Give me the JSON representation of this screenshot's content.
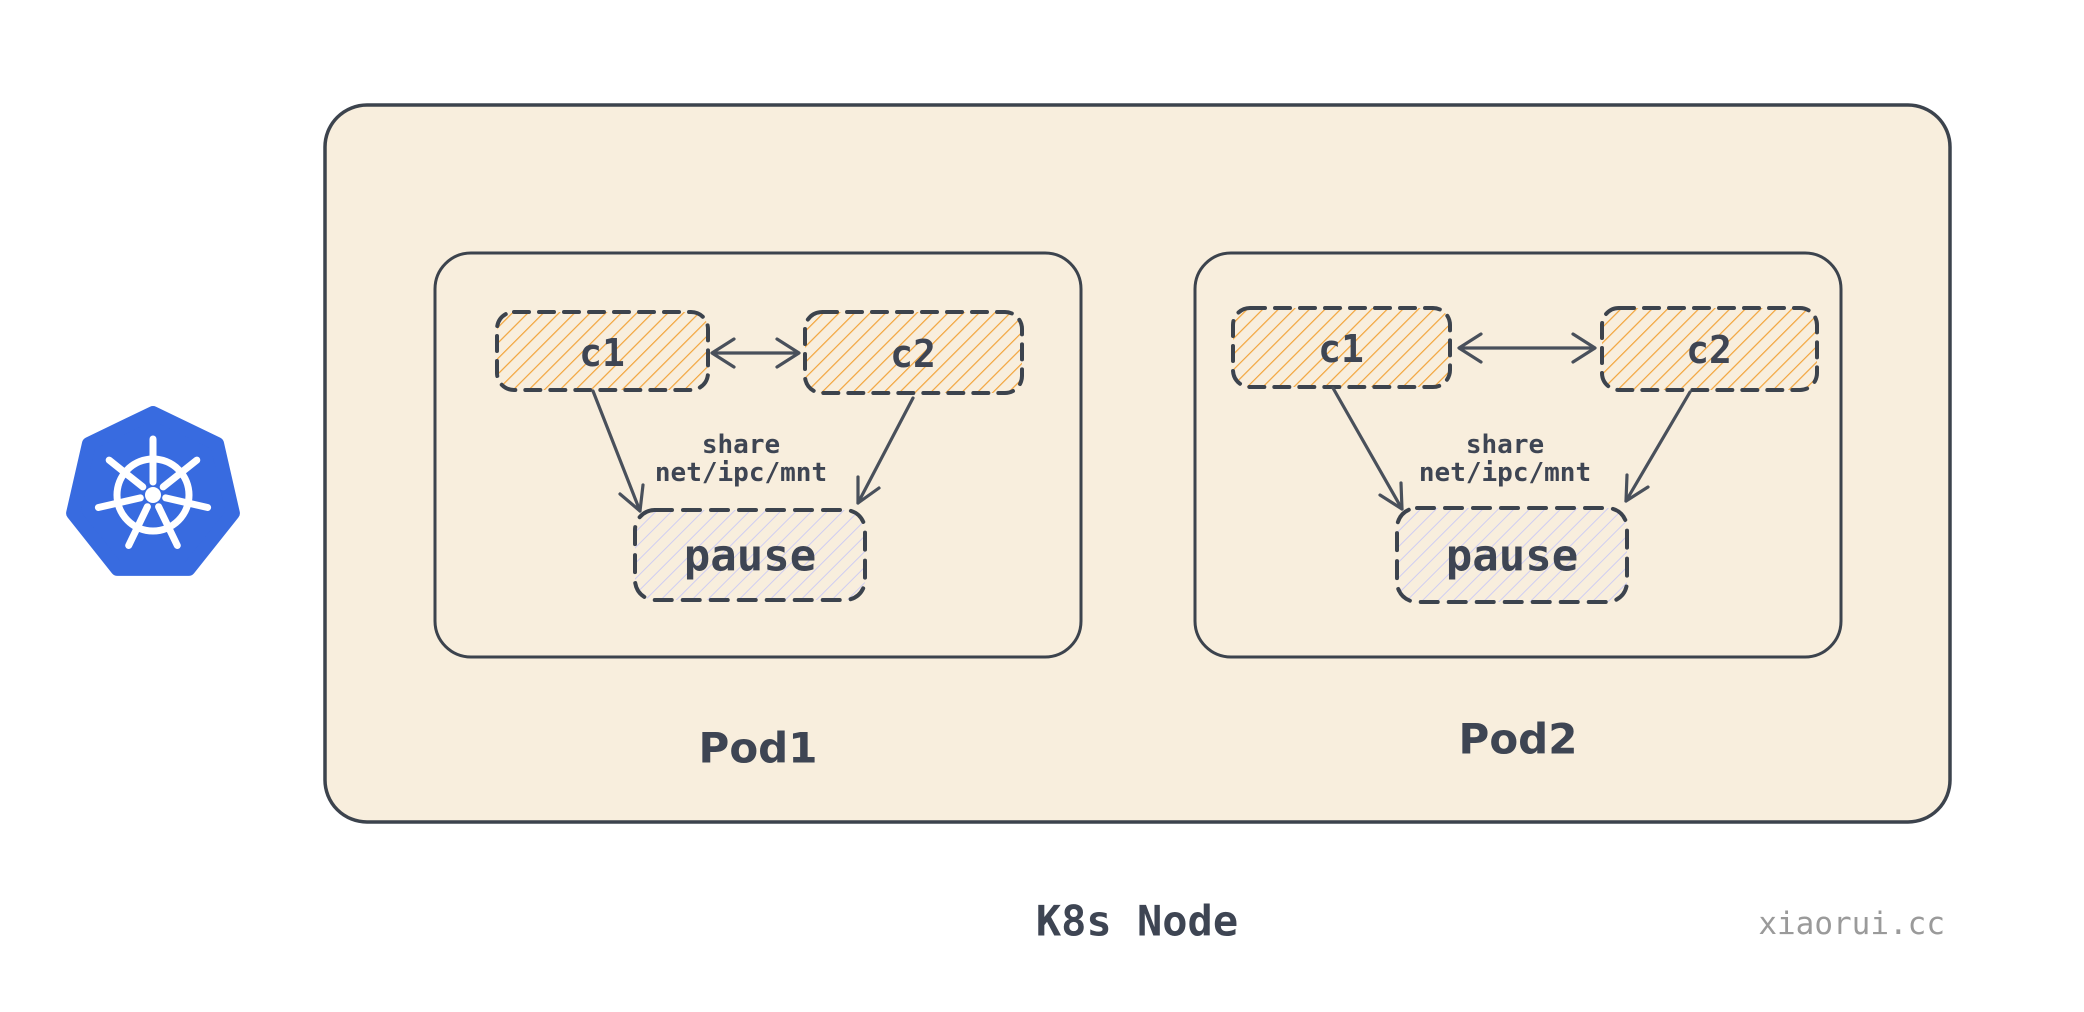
{
  "colors": {
    "page-bg": "#ffffff",
    "node-bg": "#f8eedd",
    "outline": "#3c434d",
    "text-dark": "#3e4553",
    "arrow": "#49505b",
    "hatch-orange": "#f2a43b",
    "hatch-lavender": "#cfcdf2",
    "watermark-gray": "#9a9a9a",
    "k8s-blue": "#386be0"
  },
  "logo": {
    "icon": "kubernetes-logo"
  },
  "node": {
    "label": "K8s Node",
    "watermark": "xiaorui.cc",
    "pods": [
      {
        "label": "Pod1",
        "container1": "c1",
        "container2": "c2",
        "pause": "pause",
        "share_line1": "share",
        "share_line2": "net/ipc/mnt"
      },
      {
        "label": "Pod2",
        "container1": "c1",
        "container2": "c2",
        "pause": "pause",
        "share_line1": "share",
        "share_line2": "net/ipc/mnt"
      }
    ]
  }
}
